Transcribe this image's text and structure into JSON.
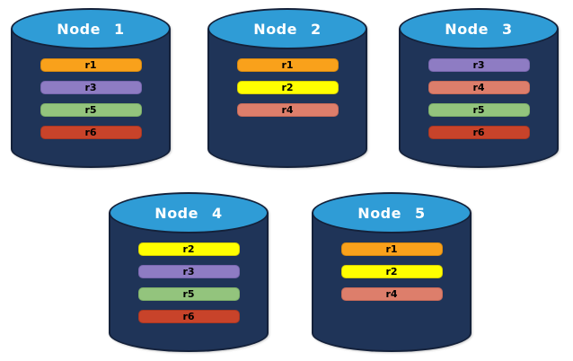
{
  "diagram": {
    "background": "#FFFFFF",
    "colors": {
      "cylinder_body": "#1F3458",
      "cylinder_outline": "#14213A",
      "cylinder_top": "#2F9CD6",
      "title_text": "#FFFFFF",
      "bar_text": "#000000"
    },
    "replica_colors": {
      "r1": {
        "fill": "#F9A11B",
        "border": "#D8890E"
      },
      "r2": {
        "fill": "#FFFF00",
        "border": "#D6CE00"
      },
      "r3": {
        "fill": "#8E7CC3",
        "border": "#7967AF"
      },
      "r4": {
        "fill": "#DD7E6B",
        "border": "#C66A58"
      },
      "r5": {
        "fill": "#93C47D",
        "border": "#7DAE68"
      },
      "r6": {
        "fill": "#C8432A",
        "border": "#A93822"
      }
    },
    "nodes": [
      {
        "title": "Node 1",
        "replicas": [
          "r1",
          "r3",
          "r5",
          "r6"
        ]
      },
      {
        "title": "Node 2",
        "replicas": [
          "r1",
          "r2",
          "r4"
        ]
      },
      {
        "title": "Node 3",
        "replicas": [
          "r3",
          "r4",
          "r5",
          "r6"
        ]
      },
      {
        "title": "Node 4",
        "replicas": [
          "r2",
          "r3",
          "r5",
          "r6"
        ]
      },
      {
        "title": "Node 5",
        "replicas": [
          "r1",
          "r2",
          "r4"
        ]
      }
    ]
  }
}
